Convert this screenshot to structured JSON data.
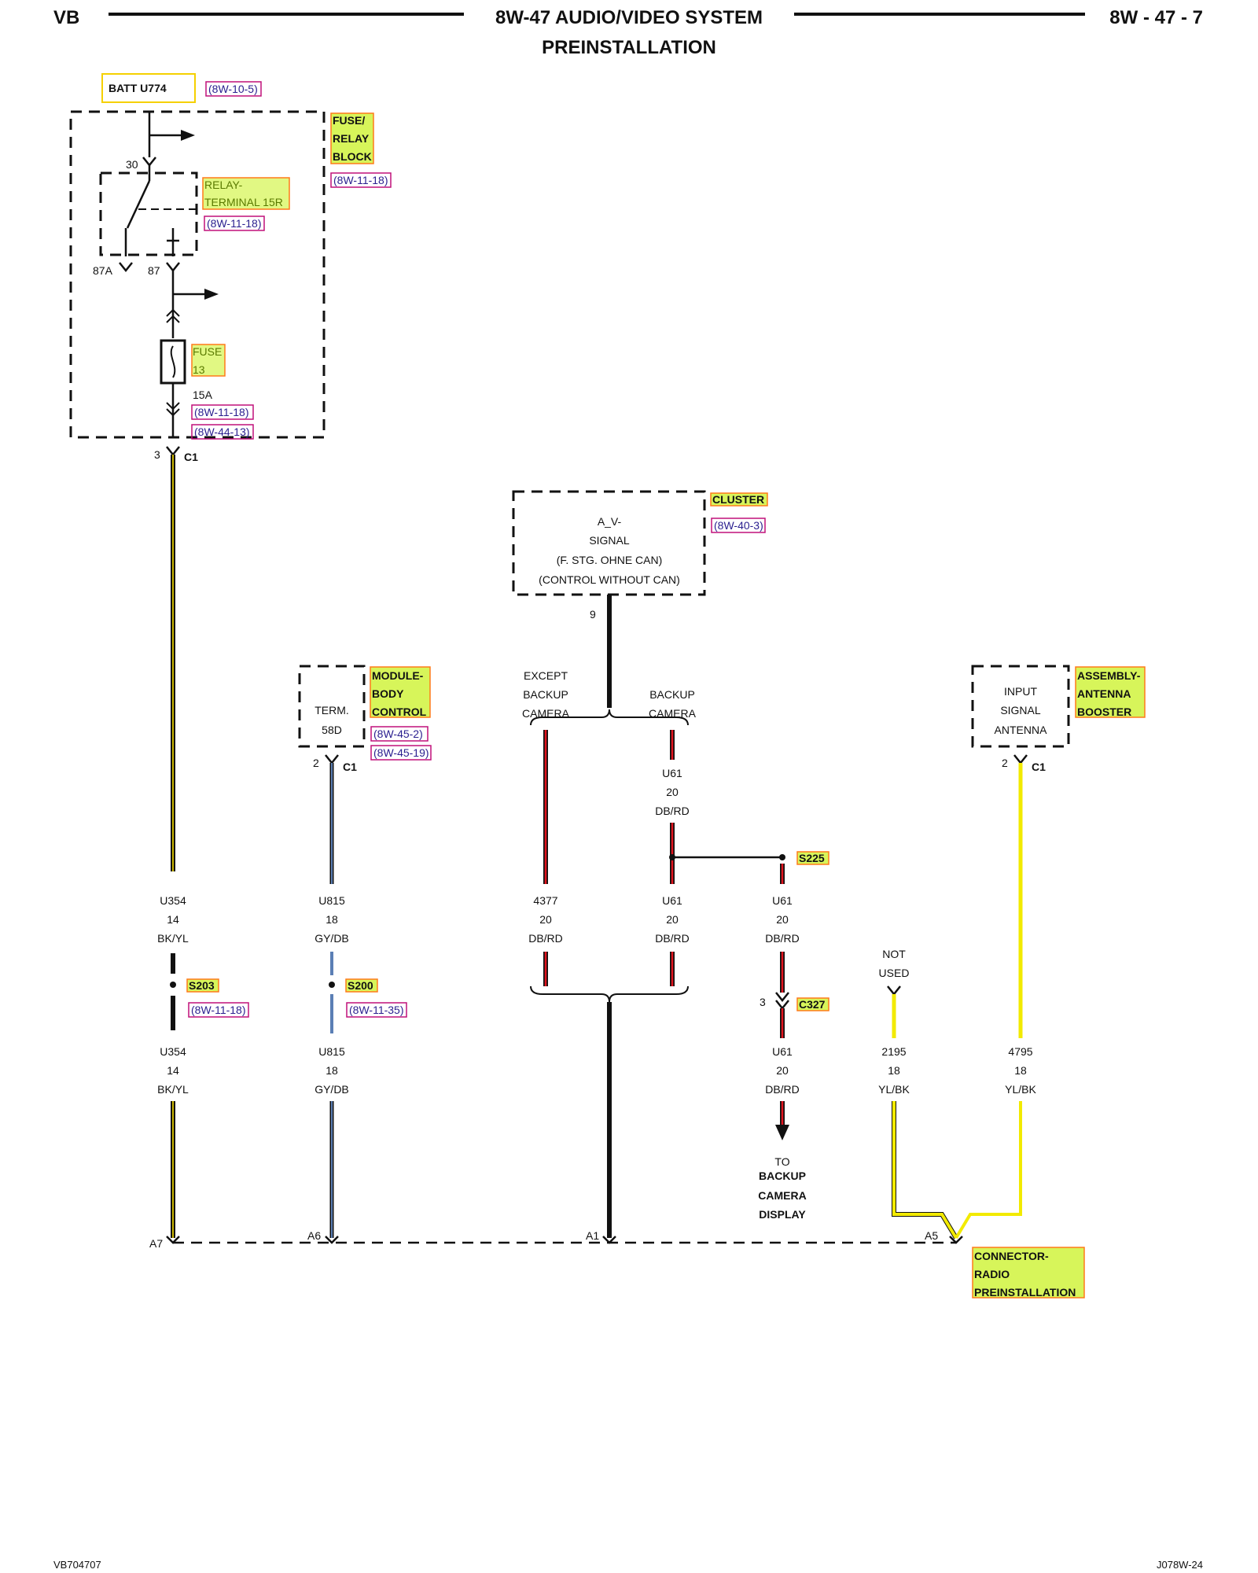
{
  "header": {
    "left": "VB",
    "title_line1": "8W-47 AUDIO/VIDEO SYSTEM",
    "title_line2": "PREINSTALLATION",
    "right": "8W - 47 - 7"
  },
  "footer": {
    "left": "VB704707",
    "right": "J078W-24"
  },
  "fuse_block": {
    "batt": "BATT U774",
    "batt_ref": "(8W-10-5)",
    "label": [
      "FUSE/",
      "RELAY",
      "BLOCK"
    ],
    "ref": "(8W-11-18)",
    "relay_label": [
      "RELAY-",
      "TERMINAL 15R"
    ],
    "relay_ref": "(8W-11-18)",
    "pin30": "30",
    "pin87a": "87A",
    "pin87": "87",
    "fuse_label": [
      "FUSE",
      "13"
    ],
    "fuse_rating": "15A",
    "fuse_ref1": "(8W-11-18)",
    "fuse_ref2": "(8W-44-13)",
    "out_pin": "3",
    "out_conn": "C1"
  },
  "cluster": {
    "text": [
      "A_V-",
      "SIGNAL",
      "(F. STG. OHNE CAN)",
      "(CONTROL WITHOUT CAN)"
    ],
    "label": "CLUSTER",
    "ref": "(8W-40-3)",
    "pin": "9",
    "branch_left": [
      "EXCEPT",
      "BACKUP",
      "CAMERA"
    ],
    "branch_right": [
      "BACKUP",
      "CAMERA"
    ]
  },
  "bcm": {
    "text": [
      "TERM.",
      "58D"
    ],
    "label": [
      "MODULE-",
      "BODY",
      "CONTROL"
    ],
    "ref1": "(8W-45-2)",
    "ref2": "(8W-45-19)",
    "pin": "2",
    "conn": "C1"
  },
  "antenna": {
    "text": [
      "INPUT",
      "SIGNAL",
      "ANTENNA"
    ],
    "label": [
      "ASSEMBLY-",
      "ANTENNA",
      "BOOSTER"
    ],
    "pin": "2",
    "conn": "C1"
  },
  "wires": {
    "u354_upper": [
      "U354",
      "14",
      "BK/YL"
    ],
    "u354_lower": [
      "U354",
      "14",
      "BK/YL"
    ],
    "u815_upper": [
      "U815",
      "18",
      "GY/DB"
    ],
    "u815_lower": [
      "U815",
      "18",
      "GY/DB"
    ],
    "u61_top": [
      "U61",
      "20",
      "DB/RD"
    ],
    "w4377": [
      "4377",
      "20",
      "DB/RD"
    ],
    "u61_mid": [
      "U61",
      "20",
      "DB/RD"
    ],
    "u61_right": [
      "U61",
      "20",
      "DB/RD"
    ],
    "u61_bottom": [
      "U61",
      "20",
      "DB/RD"
    ],
    "w2195": [
      "2195",
      "18",
      "YL/BK"
    ],
    "w4795": [
      "4795",
      "18",
      "YL/BK"
    ]
  },
  "splices": {
    "s203": "S203",
    "s203_ref": "(8W-11-18)",
    "s200": "S200",
    "s200_ref": "(8W-11-35)",
    "s225": "S225",
    "c327": "C327",
    "c327_pin": "3"
  },
  "not_used": [
    "NOT",
    "USED"
  ],
  "to_display": {
    "to": "TO",
    "lines": [
      "BACKUP",
      "CAMERA",
      "DISPLAY"
    ]
  },
  "connector": {
    "pins": {
      "a7": "A7",
      "a6": "A6",
      "a1": "A1",
      "a5": "A5"
    },
    "label": [
      "CONNECTOR-",
      "RADIO",
      "PREINSTALLATION"
    ]
  },
  "colors": {
    "bk_yl": "#c8b400",
    "gy_db": "#5b7fb5",
    "db_rd": "#e0141e",
    "yl_bk": "#f2ea00",
    "label_fill": "#d7f55a"
  }
}
